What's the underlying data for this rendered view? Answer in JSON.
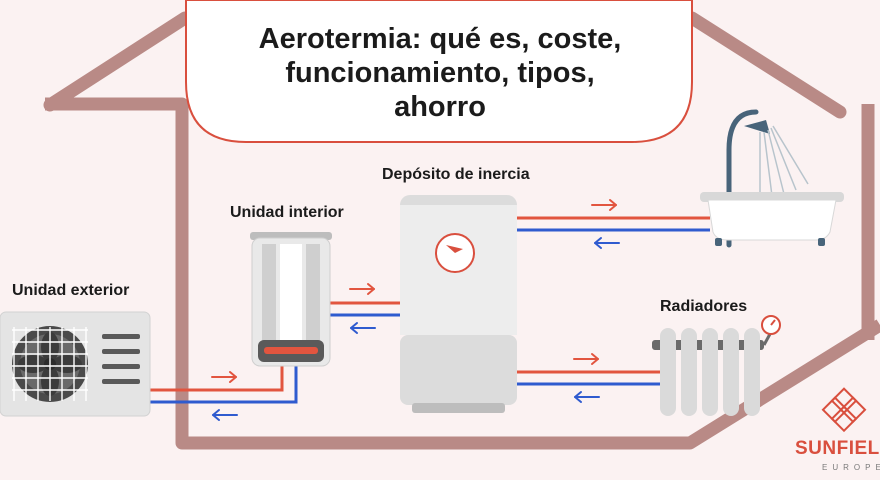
{
  "title": {
    "line1": "Aerotermia: qué es, coste,",
    "line2": "funcionamiento, tipos,",
    "line3": "ahorro"
  },
  "labels": {
    "exterior": "Unidad exterior",
    "interior": "Unidad interior",
    "deposito": "Depósito de inercia",
    "radiadores": "Radiadores"
  },
  "brand": {
    "name": "SUNFIELD",
    "subtitle": "EUROPE"
  },
  "colors": {
    "house": "#b98a86",
    "hot": "#e2553f",
    "cold": "#2f5bcf",
    "accent": "#d94f3e",
    "background": "#fbf2f2"
  }
}
